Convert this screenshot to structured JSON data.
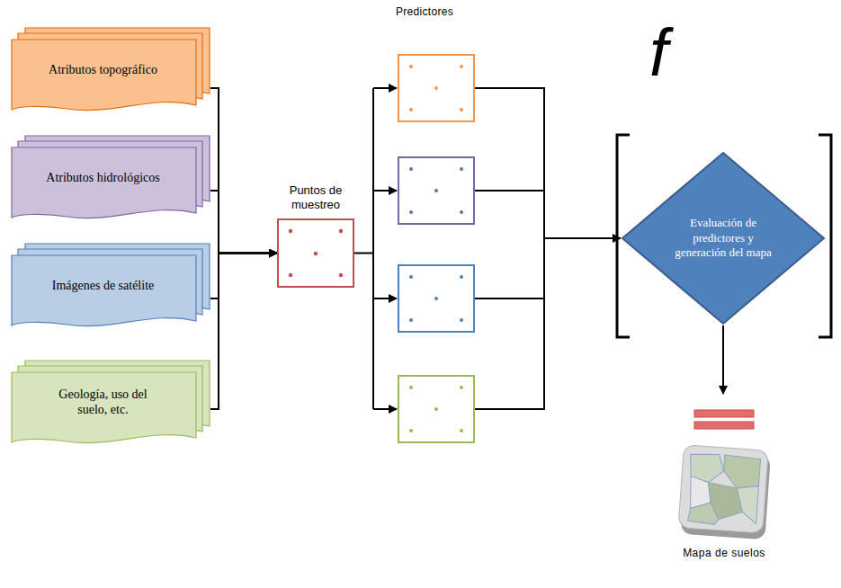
{
  "diagram": {
    "nodes": [
      {
        "text": [
          "Atributos topográfico"
        ]
      },
      {
        "text": [
          "Atributos hidrológicos"
        ]
      },
      {
        "text": [
          "Imágenes de satélite"
        ]
      },
      {
        "text": [
          "Geología, uso del suelo, etc."
        ]
      },
      {
        "text": [
          "Puntos de muestreo"
        ]
      },
      {
        "text": [
          "Evaluación de predictores y generación del mapa"
        ]
      },
      {
        "text": [
          "Mapa de suelos"
        ]
      }
    ],
    "edges": [
      {
        "from": 0,
        "to": 4,
        "arrow": "to"
      },
      {
        "from": 1,
        "to": 4,
        "arrow": "to"
      },
      {
        "from": 2,
        "to": 4,
        "arrow": "to"
      },
      {
        "from": 3,
        "to": 4,
        "arrow": "to"
      },
      {
        "from": 4,
        "to": 5,
        "arrow": "to"
      },
      {
        "from": 5,
        "to": 6,
        "arrow": "to"
      }
    ],
    "labels": [
      "Predictores",
      "f"
    ]
  }
}
